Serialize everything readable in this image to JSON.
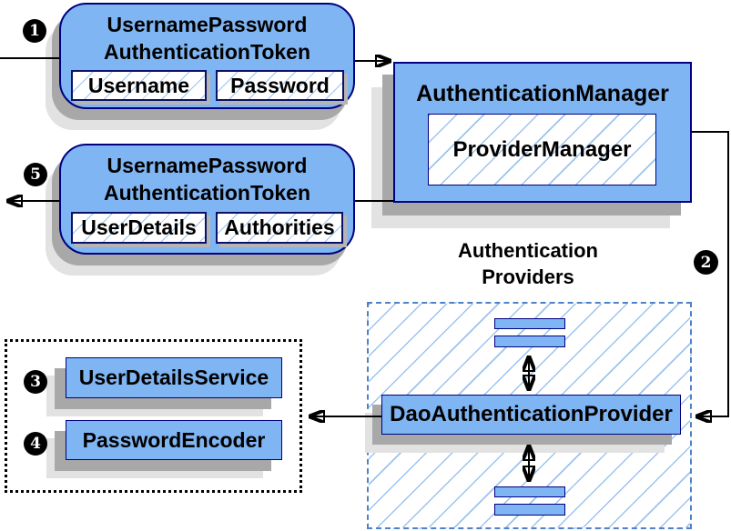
{
  "colors": {
    "box_fill": "#7FB5F2",
    "box_border": "#000080",
    "field_border": "#0B1168",
    "hatch_line": "#9CC3EF",
    "dashed_border": "#4E82C8",
    "shadow_dark": "#A8A8A8",
    "shadow_light": "#E2E2E2",
    "line_color": "#000000"
  },
  "badges": {
    "step1": "1",
    "step2": "2",
    "step3": "3",
    "step4": "4",
    "step5": "5"
  },
  "token_request": {
    "title_line1": "UsernamePassword",
    "title_line2": "AuthenticationToken",
    "field_username": "Username",
    "field_password": "Password"
  },
  "authentication_manager": {
    "title": "AuthenticationManager",
    "provider_manager": "ProviderManager"
  },
  "token_result": {
    "title_line1": "UsernamePassword",
    "title_line2": "AuthenticationToken",
    "field_userdetails": "UserDetails",
    "field_authorities": "Authorities"
  },
  "authentication_providers": {
    "label_line1": "Authentication",
    "label_line2": "Providers",
    "dao_provider": "DaoAuthenticationProvider"
  },
  "services": {
    "user_details_service": "UserDetailsService",
    "password_encoder": "PasswordEncoder"
  }
}
